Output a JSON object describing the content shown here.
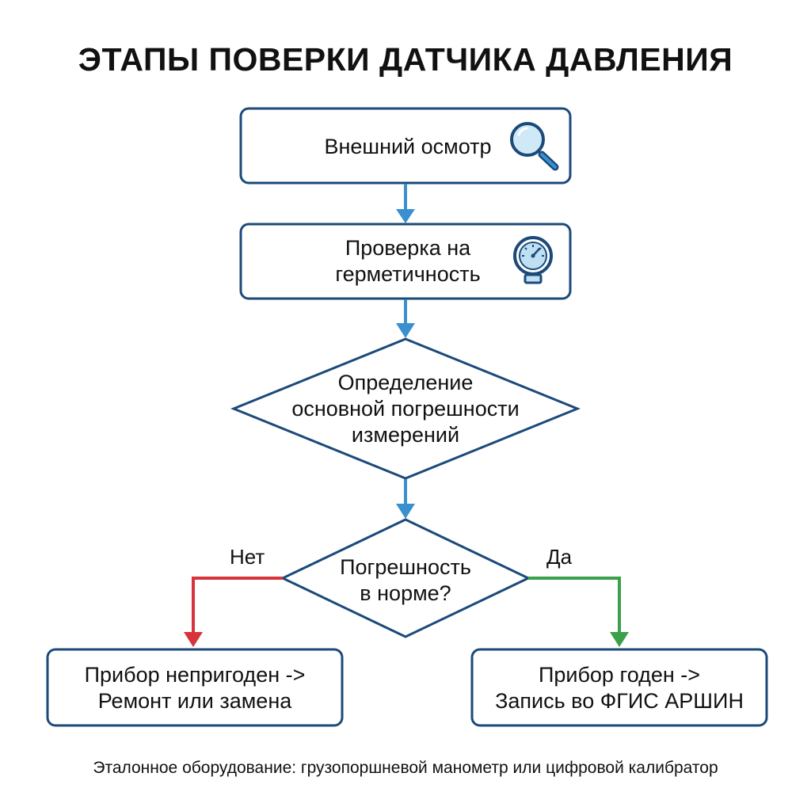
{
  "title": "ЭТАПЫ ПОВЕРКИ ДАТЧИКА ДАВЛЕНИЯ",
  "steps": {
    "inspection": {
      "label": "Внешний осмотр",
      "icon": "magnifier-icon"
    },
    "tightness": {
      "line1": "Проверка на",
      "line2": "герметичность",
      "icon": "pressure-gauge-icon"
    },
    "error_determination": {
      "line1": "Определение",
      "line2": "основной погрешности",
      "line3": "измерений"
    },
    "decision": {
      "line1": "Погрешность",
      "line2": "в норме?"
    },
    "fail": {
      "line1": "Прибор непригоден ->",
      "line2": "Ремонт или замена"
    },
    "pass": {
      "line1": "Прибор годен ->",
      "line2": "Запись во ФГИС АРШИН"
    }
  },
  "branches": {
    "no": "Нет",
    "yes": "Да"
  },
  "footer": "Эталонное оборудование: грузопоршневой манометр или цифровой калибратор",
  "colors": {
    "box_border": "#1b4a7a",
    "arrow_main": "#3a90cf",
    "arrow_no": "#d6343a",
    "arrow_yes": "#3aa04a",
    "icon_fill": "#bfe0f2"
  }
}
